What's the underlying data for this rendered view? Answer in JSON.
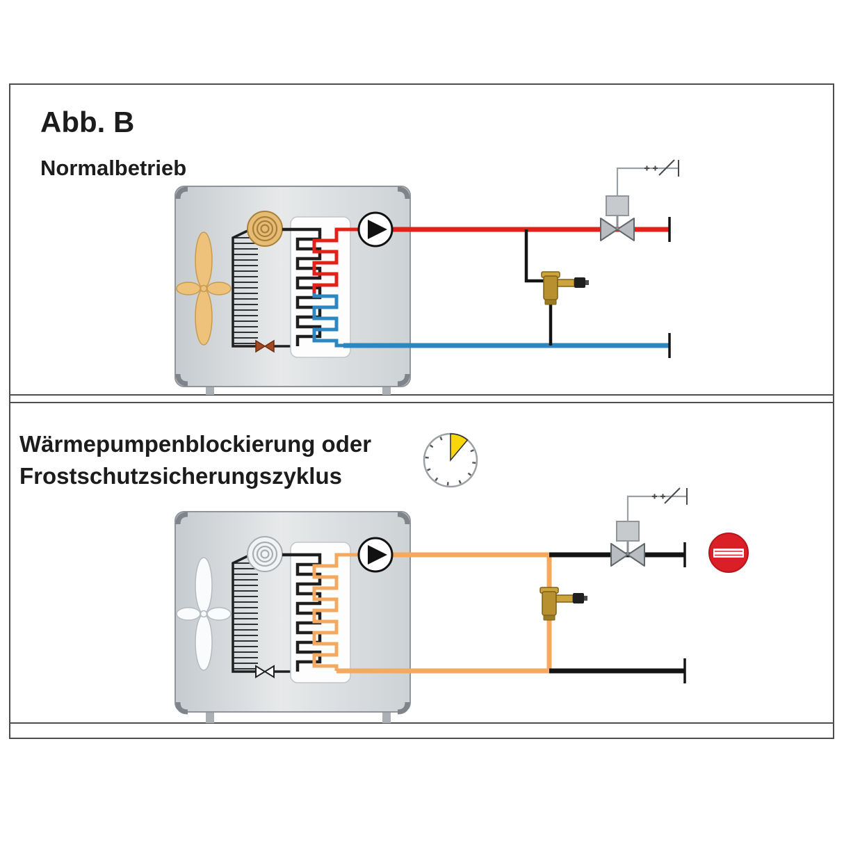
{
  "figure_label": "Abb. B",
  "top_panel": {
    "title": "Normalbetrieb"
  },
  "bottom_panel": {
    "title_line1": "Wärmepumpenblockierung oder",
    "title_line2": "Frostschutzsicherungszyklus"
  },
  "icons": {
    "pump": "circle-with-right-triangle",
    "motorized_valve": "bowtie-valve-with-actuator-box",
    "differential_valve": "brass-overflow-valve",
    "expansion_valve": "bowtie-valve",
    "clock": "timer-dial-with-yellow-sector",
    "prohibition": "no-entry-sign",
    "fan": "propeller-fan",
    "compressor": "scroll-compressor-coil",
    "evaporator": "finned-coil",
    "switch": "electrical-contact-break"
  },
  "colors": {
    "hot_pipe": "#e32119",
    "cold_pipe": "#2e86c1",
    "standby_pipe": "#f4a95f",
    "inactive_pipe": "#141414",
    "brass": "#b8902f",
    "clock_wedge": "#f7d707",
    "prohibition": "#da1f26",
    "fan_active": "#eec27a",
    "text": "#1c1c1c"
  }
}
